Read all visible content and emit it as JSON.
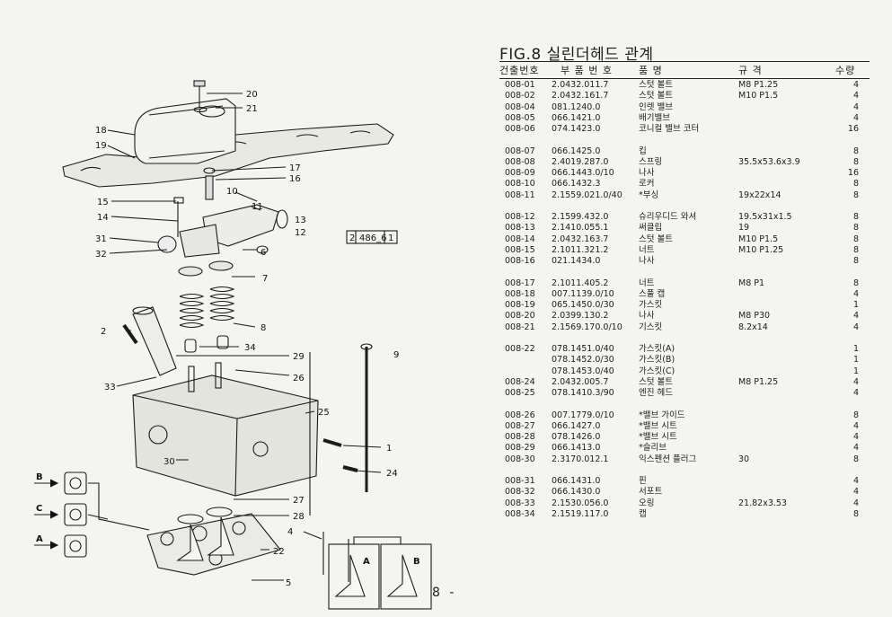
{
  "title": "FIG.8 실린더헤드 관계",
  "ref_code": [
    "2",
    "486_6",
    "1"
  ],
  "headers": {
    "no": "건출번호",
    "part_no": "부 품 번 호",
    "name": "품        명",
    "spec": "규        격",
    "qty": "수량"
  },
  "parts": [
    {
      "no": "008-01",
      "part_no": "2.0432.011.7",
      "name": "스텃 볼트",
      "spec": "M8 P1.25",
      "qty": "4"
    },
    {
      "no": "008-02",
      "part_no": "2.0432.161.7",
      "name": "스텃 볼트",
      "spec": "M10 P1.5",
      "qty": "4"
    },
    {
      "no": "008-04",
      "part_no": "081.1240.0",
      "name": "인렛 밸브",
      "spec": "",
      "qty": "4"
    },
    {
      "no": "008-05",
      "part_no": "066.1421.0",
      "name": "배기밸브",
      "spec": "",
      "qty": "4"
    },
    {
      "no": "008-06",
      "part_no": "074.1423.0",
      "name": "코니컬 밸브 코터",
      "spec": "",
      "qty": "16"
    },
    {
      "no": "008-07",
      "part_no": "066.1425.0",
      "name": "킵",
      "spec": "",
      "qty": "8"
    },
    {
      "no": "008-08",
      "part_no": "2.4019.287.0",
      "name": "스프링",
      "spec": "35.5x53.6x3.9",
      "qty": "8"
    },
    {
      "no": "008-09",
      "part_no": "066.1443.0/10",
      "name": "나사",
      "spec": "",
      "qty": "16"
    },
    {
      "no": "008-10",
      "part_no": "066.1432.3",
      "name": "로커",
      "spec": "",
      "qty": "8"
    },
    {
      "no": "008-11",
      "part_no": "2.1559.021.0/40",
      "name": "*부싱",
      "spec": "19x22x14",
      "qty": "8"
    },
    {
      "no": "008-12",
      "part_no": "2.1599.432.0",
      "name": "슈리우디드 와셔",
      "spec": "19.5x31x1.5",
      "qty": "8"
    },
    {
      "no": "008-13",
      "part_no": "2.1410.055.1",
      "name": "써클립",
      "spec": "19",
      "qty": "8"
    },
    {
      "no": "008-14",
      "part_no": "2.0432.163.7",
      "name": "스텃 볼트",
      "spec": "M10 P1.5",
      "qty": "8"
    },
    {
      "no": "008-15",
      "part_no": "2.1011.321.2",
      "name": "너트",
      "spec": "M10 P1.25",
      "qty": "8"
    },
    {
      "no": "008-16",
      "part_no": "021.1434.0",
      "name": "나사",
      "spec": "",
      "qty": "8"
    },
    {
      "no": "008-17",
      "part_no": "2.1011.405.2",
      "name": "너트",
      "spec": "M8 P1",
      "qty": "8"
    },
    {
      "no": "008-18",
      "part_no": "007.1139.0/10",
      "name": "스풀 캡",
      "spec": "",
      "qty": "4"
    },
    {
      "no": "008-19",
      "part_no": "065.1450.0/30",
      "name": "가스킷",
      "spec": "",
      "qty": "1"
    },
    {
      "no": "008-20",
      "part_no": "2.0399.130.2",
      "name": "나사",
      "spec": "M8 P30",
      "qty": "4"
    },
    {
      "no": "008-21",
      "part_no": "2.1569.170.0/10",
      "name": "기스킷",
      "spec": "8.2x14",
      "qty": "4"
    },
    {
      "no": "008-22",
      "part_no": "078.1451.0/40",
      "name": "가스킷(A)",
      "spec": "",
      "qty": "1"
    },
    {
      "no": "",
      "part_no": "078.1452.0/30",
      "name": "가스킷(B)",
      "spec": "",
      "qty": "1"
    },
    {
      "no": "",
      "part_no": "078.1453.0/40",
      "name": "가스킷(C)",
      "spec": "",
      "qty": "1"
    },
    {
      "no": "008-24",
      "part_no": "2.0432.005.7",
      "name": "스텃 볼트",
      "spec": "M8 P1.25",
      "qty": "4"
    },
    {
      "no": "008-25",
      "part_no": "078.1410.3/90",
      "name": "엔진 헤드",
      "spec": "",
      "qty": "4"
    },
    {
      "no": "008-26",
      "part_no": "007.1779.0/10",
      "name": "*밸브 가이드",
      "spec": "",
      "qty": "8"
    },
    {
      "no": "008-27",
      "part_no": "066.1427.0",
      "name": "*밸브 시트",
      "spec": "",
      "qty": "4"
    },
    {
      "no": "008-28",
      "part_no": "078.1426.0",
      "name": "*밸브 시트",
      "spec": "",
      "qty": "4"
    },
    {
      "no": "008-29",
      "part_no": "066.1413.0",
      "name": "*슬리브",
      "spec": "",
      "qty": "4"
    },
    {
      "no": "008-30",
      "part_no": "2.3170.012.1",
      "name": "익스펜션 플러그",
      "spec": "30",
      "qty": "8"
    },
    {
      "no": "008-31",
      "part_no": "066.1431.0",
      "name": "핀",
      "spec": "",
      "qty": "4"
    },
    {
      "no": "008-32",
      "part_no": "066.1430.0",
      "name": "서포트",
      "spec": "",
      "qty": "4"
    },
    {
      "no": "008-33",
      "part_no": "2.1530.056.0",
      "name": "오링",
      "spec": "21.82x3.53",
      "qty": "4"
    },
    {
      "no": "008-34",
      "part_no": "2.1519.117.0",
      "name": "캡",
      "spec": "",
      "qty": "8"
    }
  ],
  "callouts": [
    "20",
    "21",
    "18",
    "19",
    "17",
    "16",
    "10",
    "11",
    "15",
    "14",
    "13",
    "12",
    "31",
    "32",
    "6",
    "7",
    "2",
    "8",
    "34",
    "29",
    "9",
    "26",
    "33",
    "25",
    "1",
    "30",
    "24",
    "27",
    "28",
    "4",
    "22",
    "5"
  ],
  "gasket_keys": [
    "B",
    "C",
    "A"
  ],
  "valve_labels": [
    "A",
    "B"
  ],
  "page_number": "8 -"
}
